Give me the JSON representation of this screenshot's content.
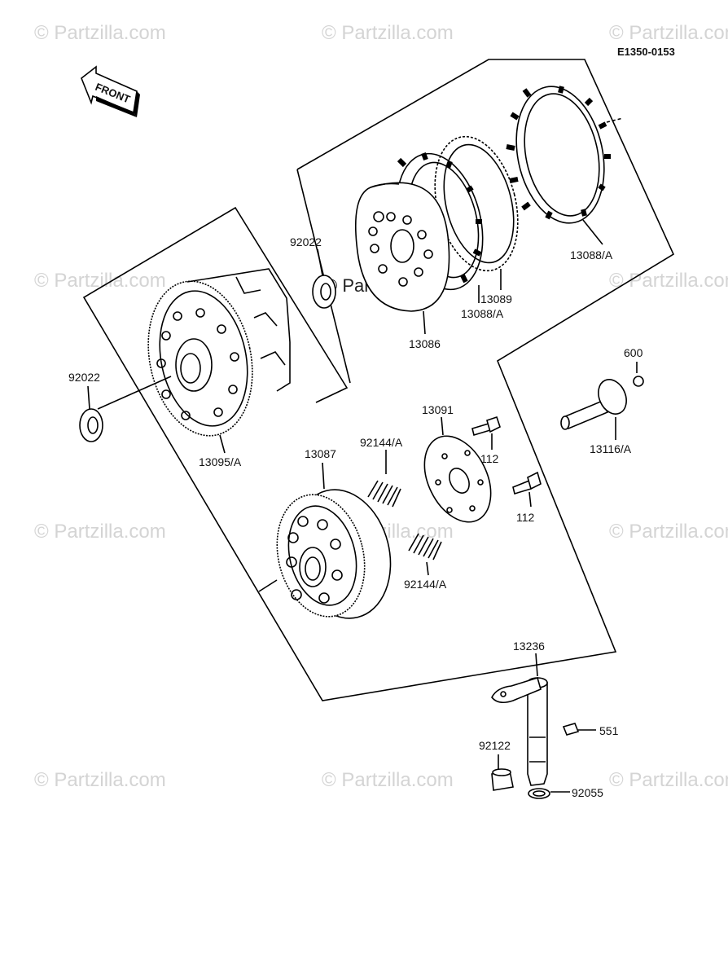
{
  "diagram_code": "E1350-0153",
  "front_label": "FRONT",
  "watermark": "© Partzilla.com",
  "center_watermark": "© Partzilla.com",
  "parts": {
    "p13088a_top": "13088/A",
    "p13089": "13089",
    "p13088a_mid": "13088/A",
    "p13086": "13086",
    "p92022_top": "92022",
    "p92022_left": "92022",
    "p13095a": "13095/A",
    "p600": "600",
    "p13116a": "13116/A",
    "p13091": "13091",
    "p112_top": "112",
    "p112_bottom": "112",
    "p13087": "13087",
    "p92144a_top": "92144/A",
    "p92144a_bottom": "92144/A",
    "p13236": "13236",
    "p551": "551",
    "p92122": "92122",
    "p92055": "92055"
  }
}
